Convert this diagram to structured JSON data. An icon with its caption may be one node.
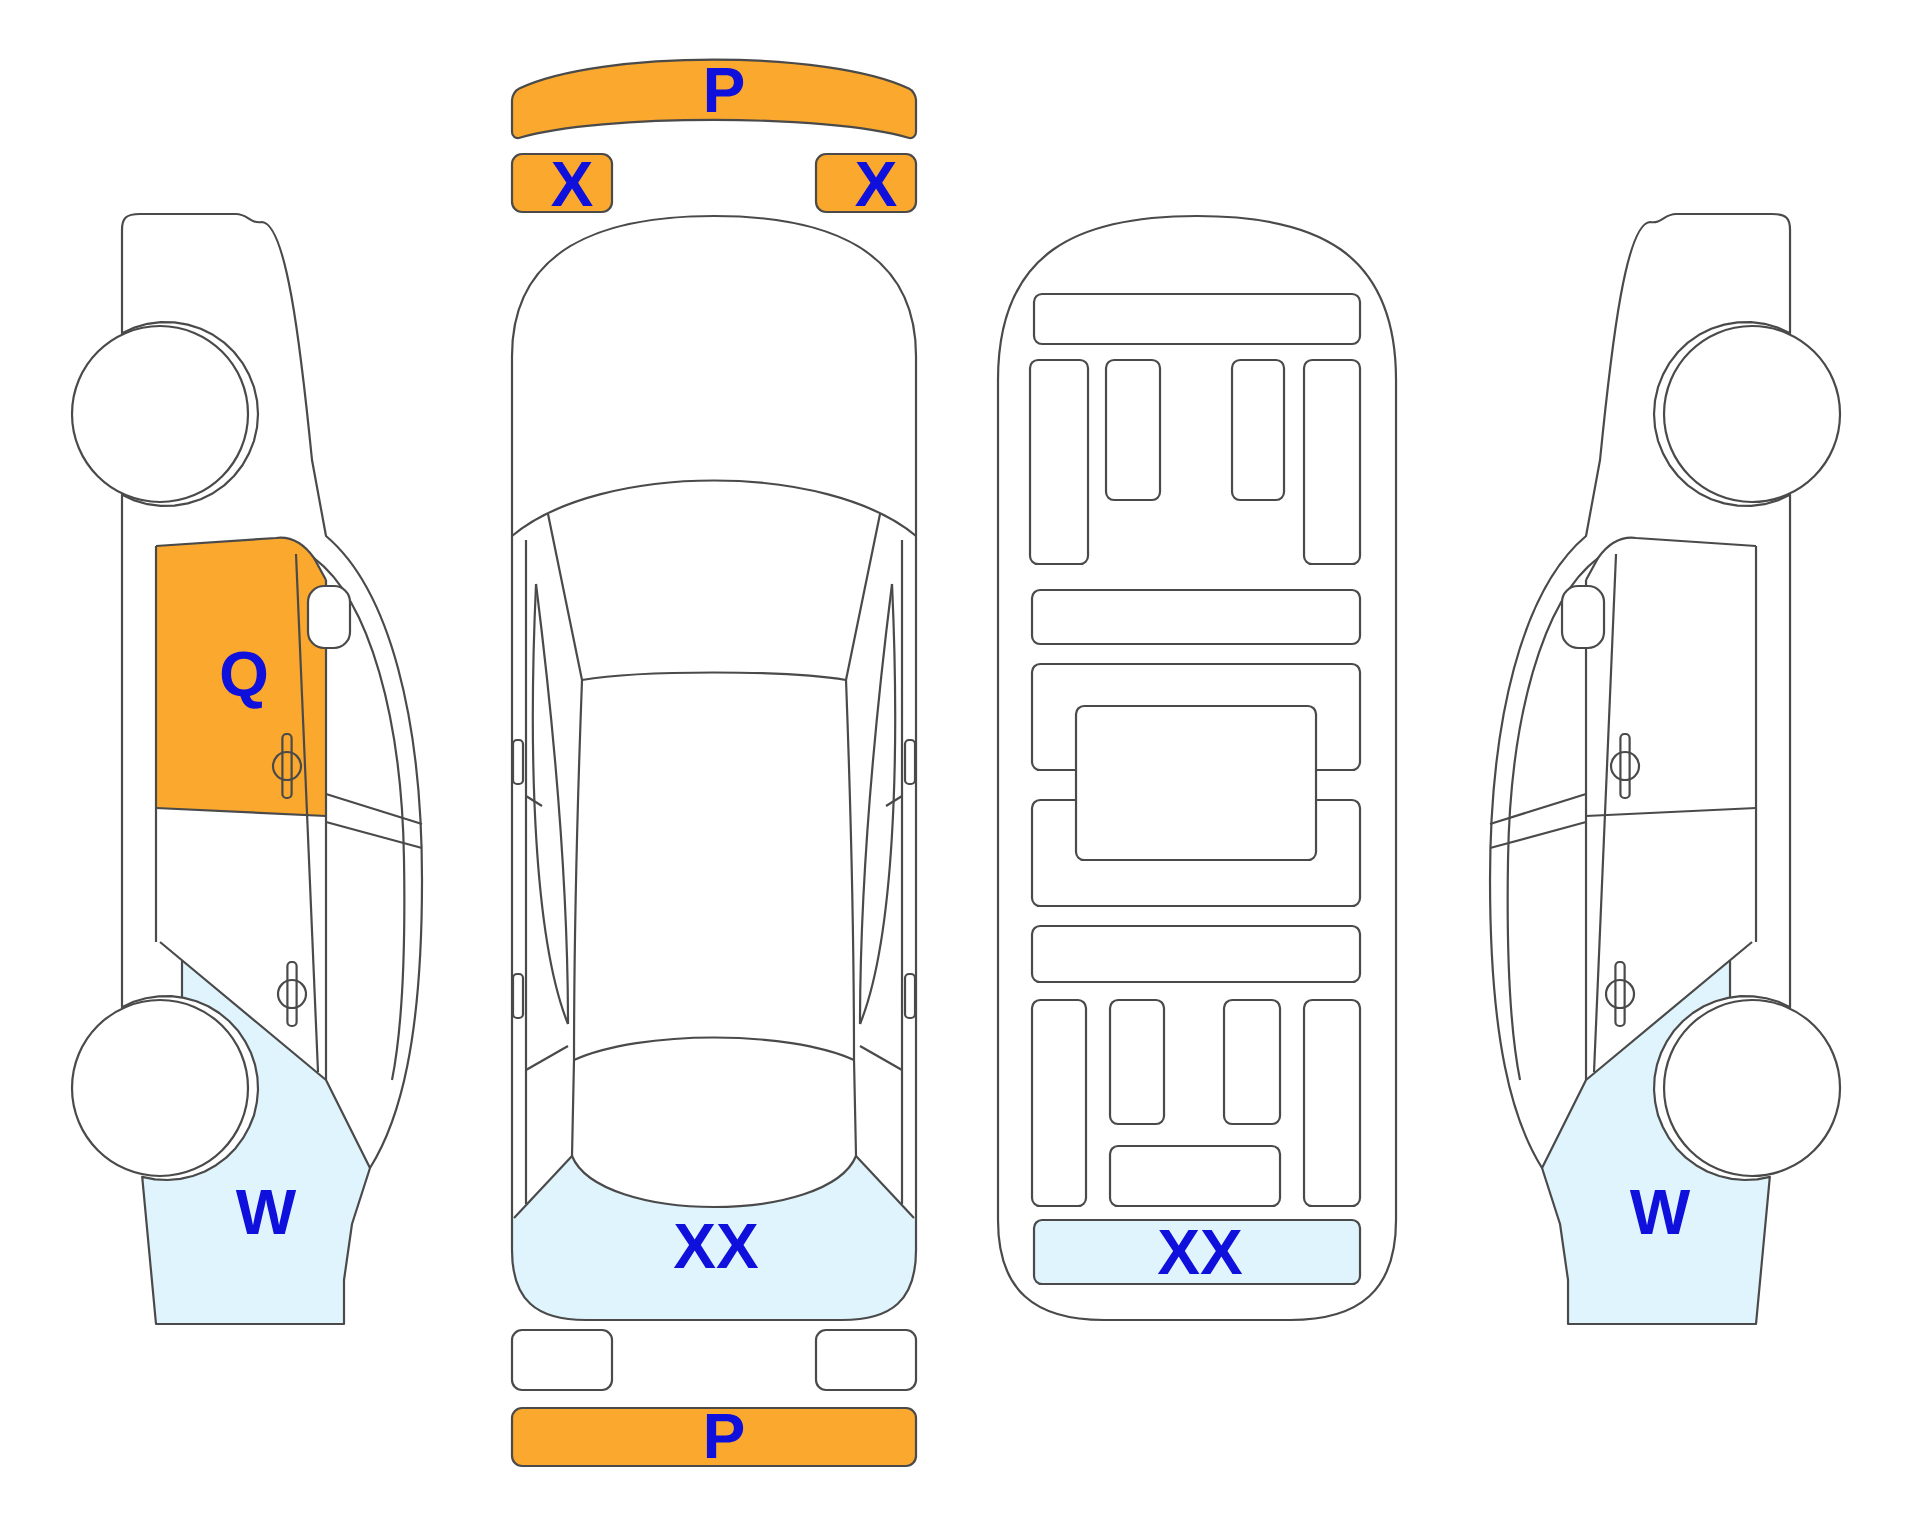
{
  "diagram": {
    "nodes": [
      {
        "text": [
          "P"
        ]
      },
      {
        "text": [
          "X"
        ]
      },
      {
        "text": [
          "X"
        ]
      },
      {
        "text": [
          "Q"
        ]
      },
      {
        "text": [
          "W"
        ]
      },
      {
        "text": [
          "XX"
        ]
      },
      {
        "text": [
          "XX"
        ]
      },
      {
        "text": [
          "W"
        ]
      },
      {
        "text": [],
        "shape": "box"
      },
      {
        "text": [],
        "shape": "box"
      },
      {
        "text": [
          "P"
        ]
      }
    ]
  }
}
